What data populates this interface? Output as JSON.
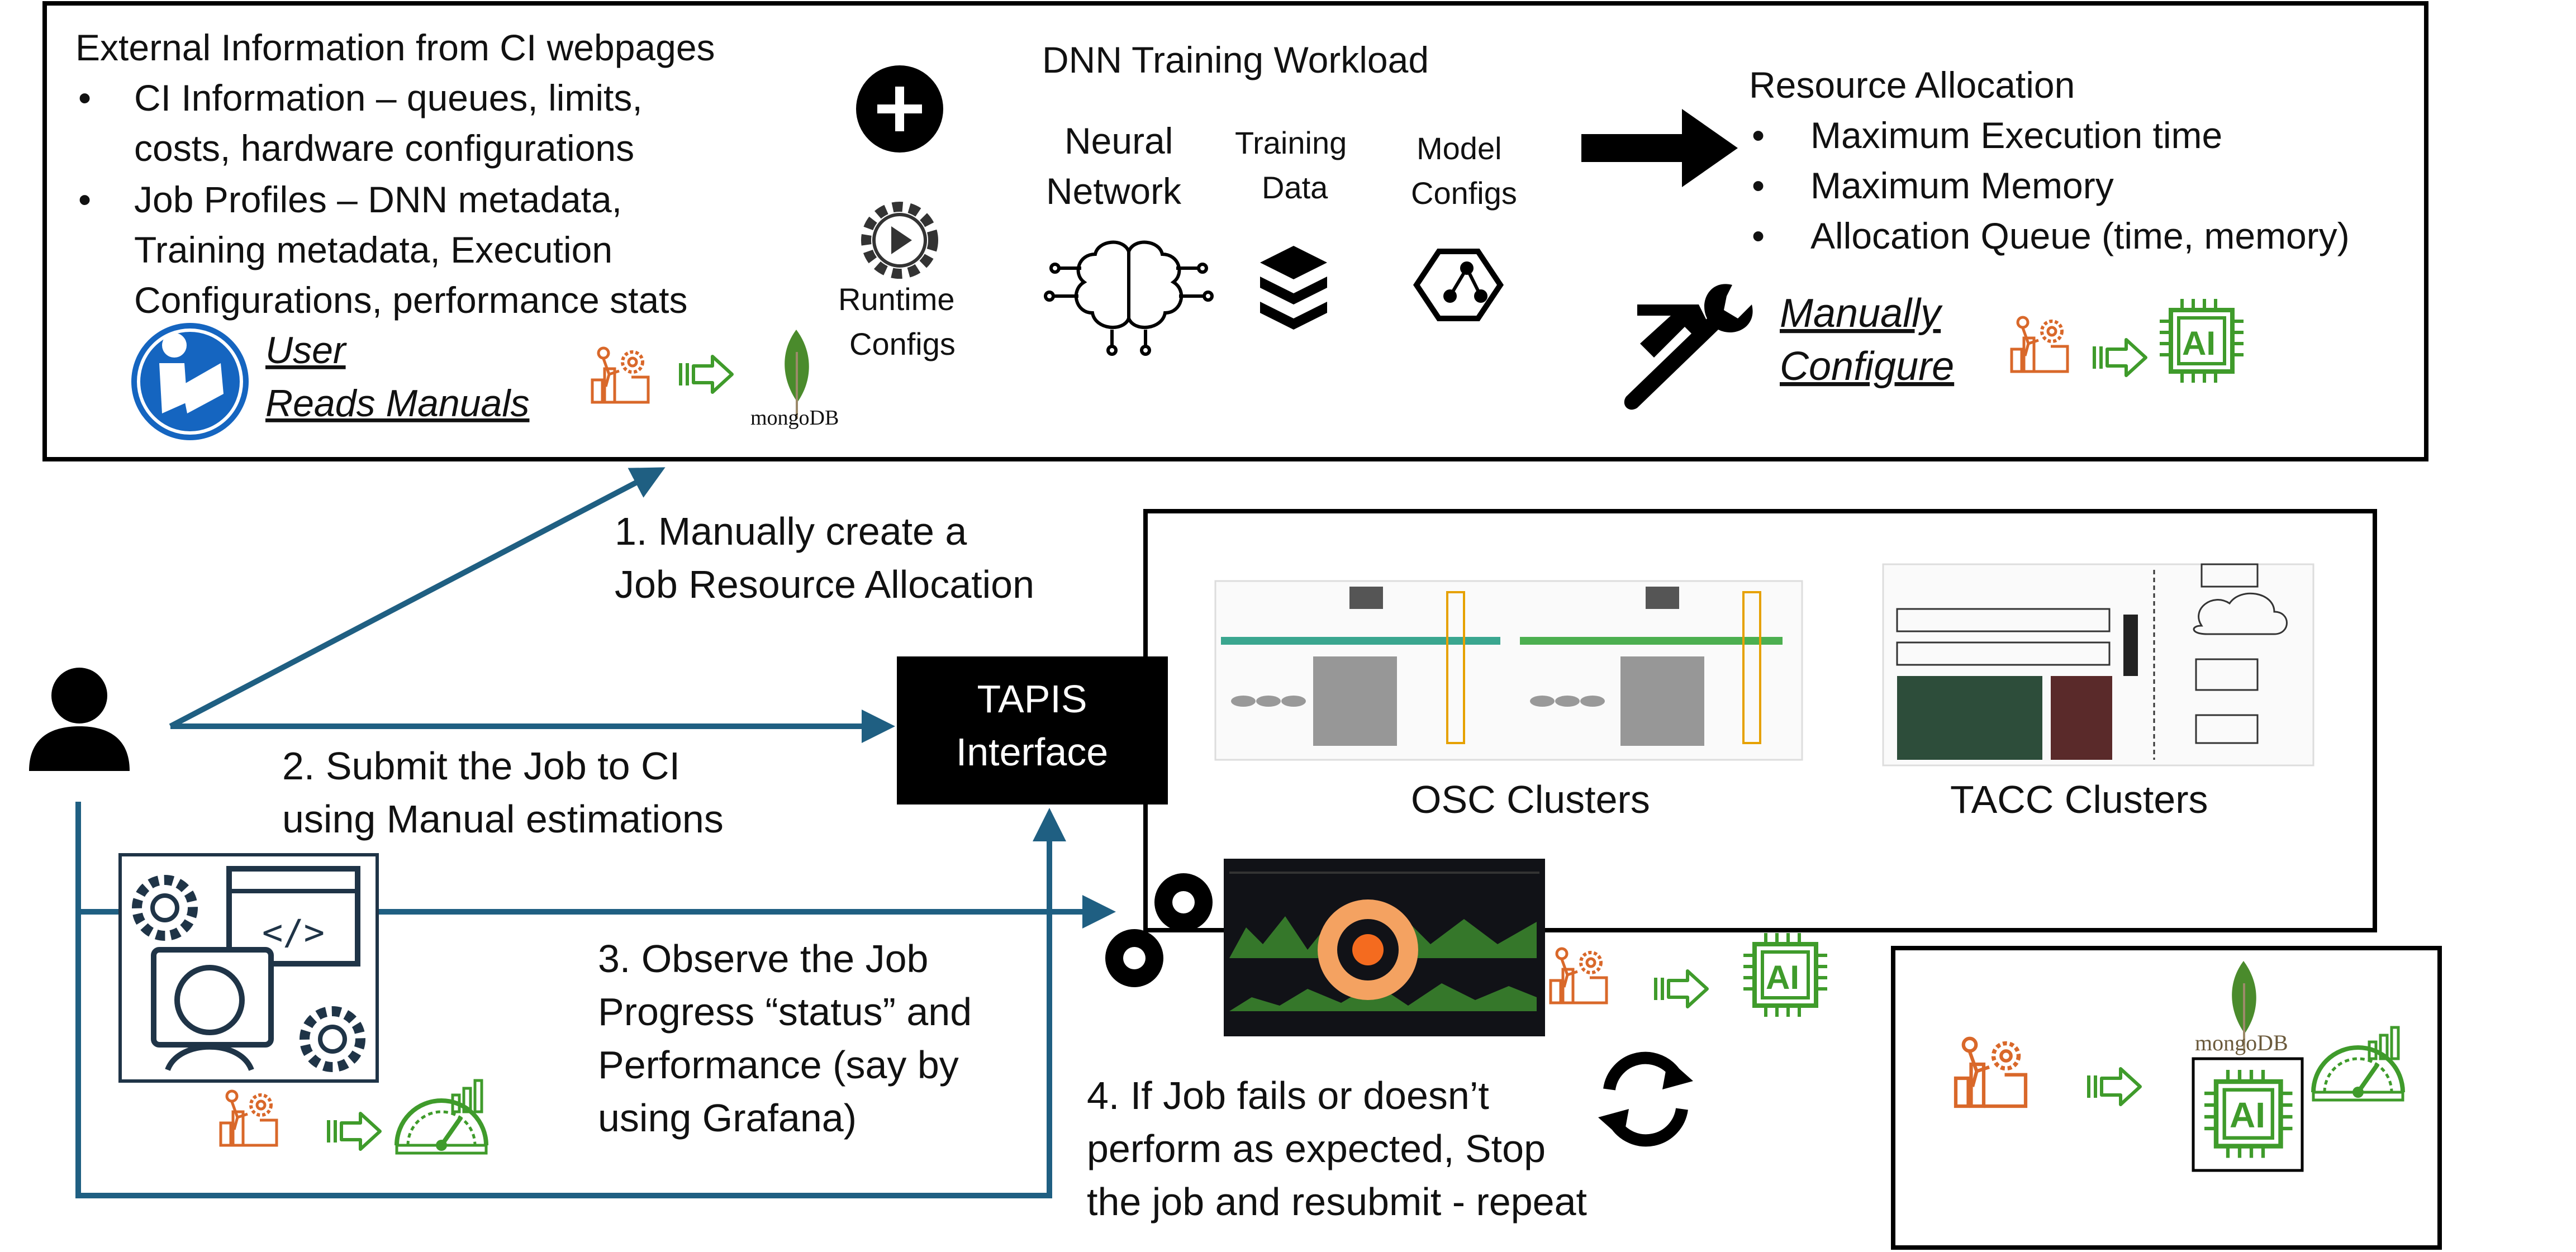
{
  "top_panel": {
    "ci_info": {
      "title": "External Information from CI webpages",
      "bullet1_l1": "CI Information – queues, limits,",
      "bullet1_l2": "costs, hardware configurations",
      "bullet2_l1": "Job Profiles – DNN metadata,",
      "bullet2_l2": "Training metadata, Execution",
      "bullet2_l3": "Configurations, performance stats",
      "user_l1": "User",
      "user_l2": "Reads Manuals",
      "mongo_label": "mongoDB"
    },
    "runtime": {
      "l1": "Runtime",
      "l2": "Configs"
    },
    "workload": {
      "title": "DNN Training Workload",
      "nn_l1": "Neural",
      "nn_l2": "Network",
      "td_l1": "Training",
      "td_l2": "Data",
      "mc_l1": "Model",
      "mc_l2": "Configs"
    },
    "allocation": {
      "title": "Resource Allocation",
      "item1": "Maximum Execution time",
      "item2": "Maximum Memory",
      "item3": "Allocation Queue (time, memory)",
      "manual_l1": "Manually",
      "manual_l2": "Configure",
      "ai_label": "AI"
    }
  },
  "steps": {
    "s1_l1": "1. Manually create a",
    "s1_l2": "Job Resource Allocation",
    "s2_l1": "2. Submit the Job to CI",
    "s2_l2": "using Manual estimations",
    "s3_l1": "3. Observe the Job",
    "s3_l2": "Progress “status” and",
    "s3_l3": "Performance (say by",
    "s3_l4": "using Grafana)",
    "s4_l1": "4. If Job fails or doesn’t",
    "s4_l2": "perform as expected, Stop",
    "s4_l3": "the job and resubmit - repeat"
  },
  "tapis": {
    "l1": "TAPIS",
    "l2": "Interface"
  },
  "clusters": {
    "osc": "OSC Clusters",
    "tacc": "TACC Clusters"
  },
  "bottom_right": {
    "mongo_label": "mongoDB",
    "ai_label": "AI"
  },
  "colors": {
    "arrow_blue": "#1f5f82",
    "orange": "#d9682a",
    "green": "#3f9b2b",
    "mongo_green": "#4a8b2c",
    "dark_box": "#000000"
  }
}
